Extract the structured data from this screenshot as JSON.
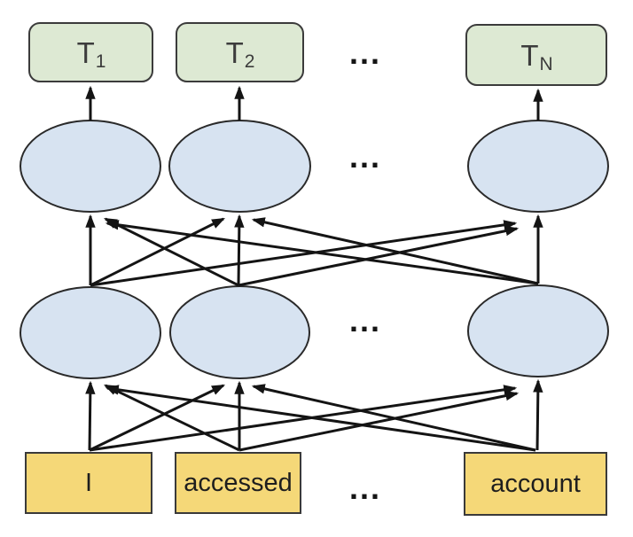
{
  "colors": {
    "background": "#ffffff",
    "output-fill": "#dde9d3",
    "output-border": "#3b3b3b",
    "hidden-fill": "#d7e3f1",
    "hidden-border": "#2a2a2a",
    "input-fill": "#f5d878",
    "input-border": "#3a3a3a",
    "arrow": "#141414",
    "label": "#3c3c3c",
    "token-label": "#1e1e1e"
  },
  "diagram": {
    "output_layer": {
      "nodes": [
        {
          "base": "T",
          "subscript": "1"
        },
        {
          "base": "T",
          "subscript": "2"
        },
        {
          "base": "T",
          "subscript": "N"
        }
      ],
      "ellipsis": "..."
    },
    "hidden_layer_top": {
      "ellipsis": "..."
    },
    "hidden_layer_bottom": {
      "ellipsis": "..."
    },
    "input_layer": {
      "tokens": [
        "I",
        "accessed",
        "account"
      ],
      "ellipsis": "..."
    }
  }
}
